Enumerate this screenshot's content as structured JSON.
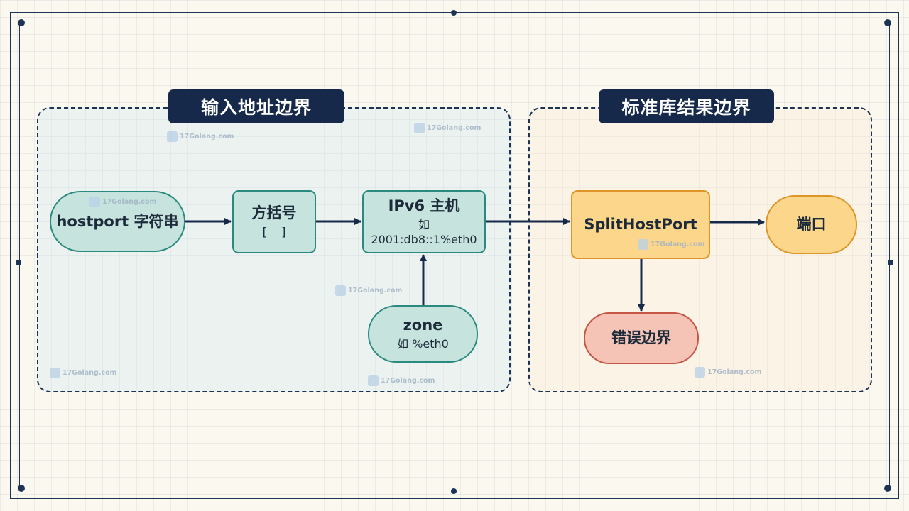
{
  "regions": {
    "input_title": "输入地址边界",
    "std_title": "标准库结果边界"
  },
  "nodes": {
    "hostport": {
      "label": "hostport 字符串"
    },
    "brackets": {
      "label": "方括号",
      "sub": "[    ]"
    },
    "ipv6": {
      "label": "IPv6 主机",
      "sub": "如 2001:db8::1%eth0"
    },
    "zone": {
      "label": "zone",
      "sub": "如 %eth0"
    },
    "split": {
      "label": "SplitHostPort"
    },
    "port": {
      "label": "端口"
    },
    "error": {
      "label": "错误边界"
    }
  },
  "edges": [
    {
      "from": "hostport",
      "to": "brackets"
    },
    {
      "from": "brackets",
      "to": "ipv6"
    },
    {
      "from": "zone",
      "to": "ipv6"
    },
    {
      "from": "ipv6",
      "to": "split"
    },
    {
      "from": "split",
      "to": "port"
    },
    {
      "from": "split",
      "to": "error"
    }
  ],
  "watermark": "17Golang.com",
  "colors": {
    "frame": "#1c3353",
    "teal_fill": "#c6e3de",
    "teal_border": "#2b8a80",
    "orange_fill": "#fbd68b",
    "orange_border": "#dd9528",
    "red_fill": "#f5c4b7",
    "red_border": "#c65546",
    "title_bg": "#16294a"
  }
}
